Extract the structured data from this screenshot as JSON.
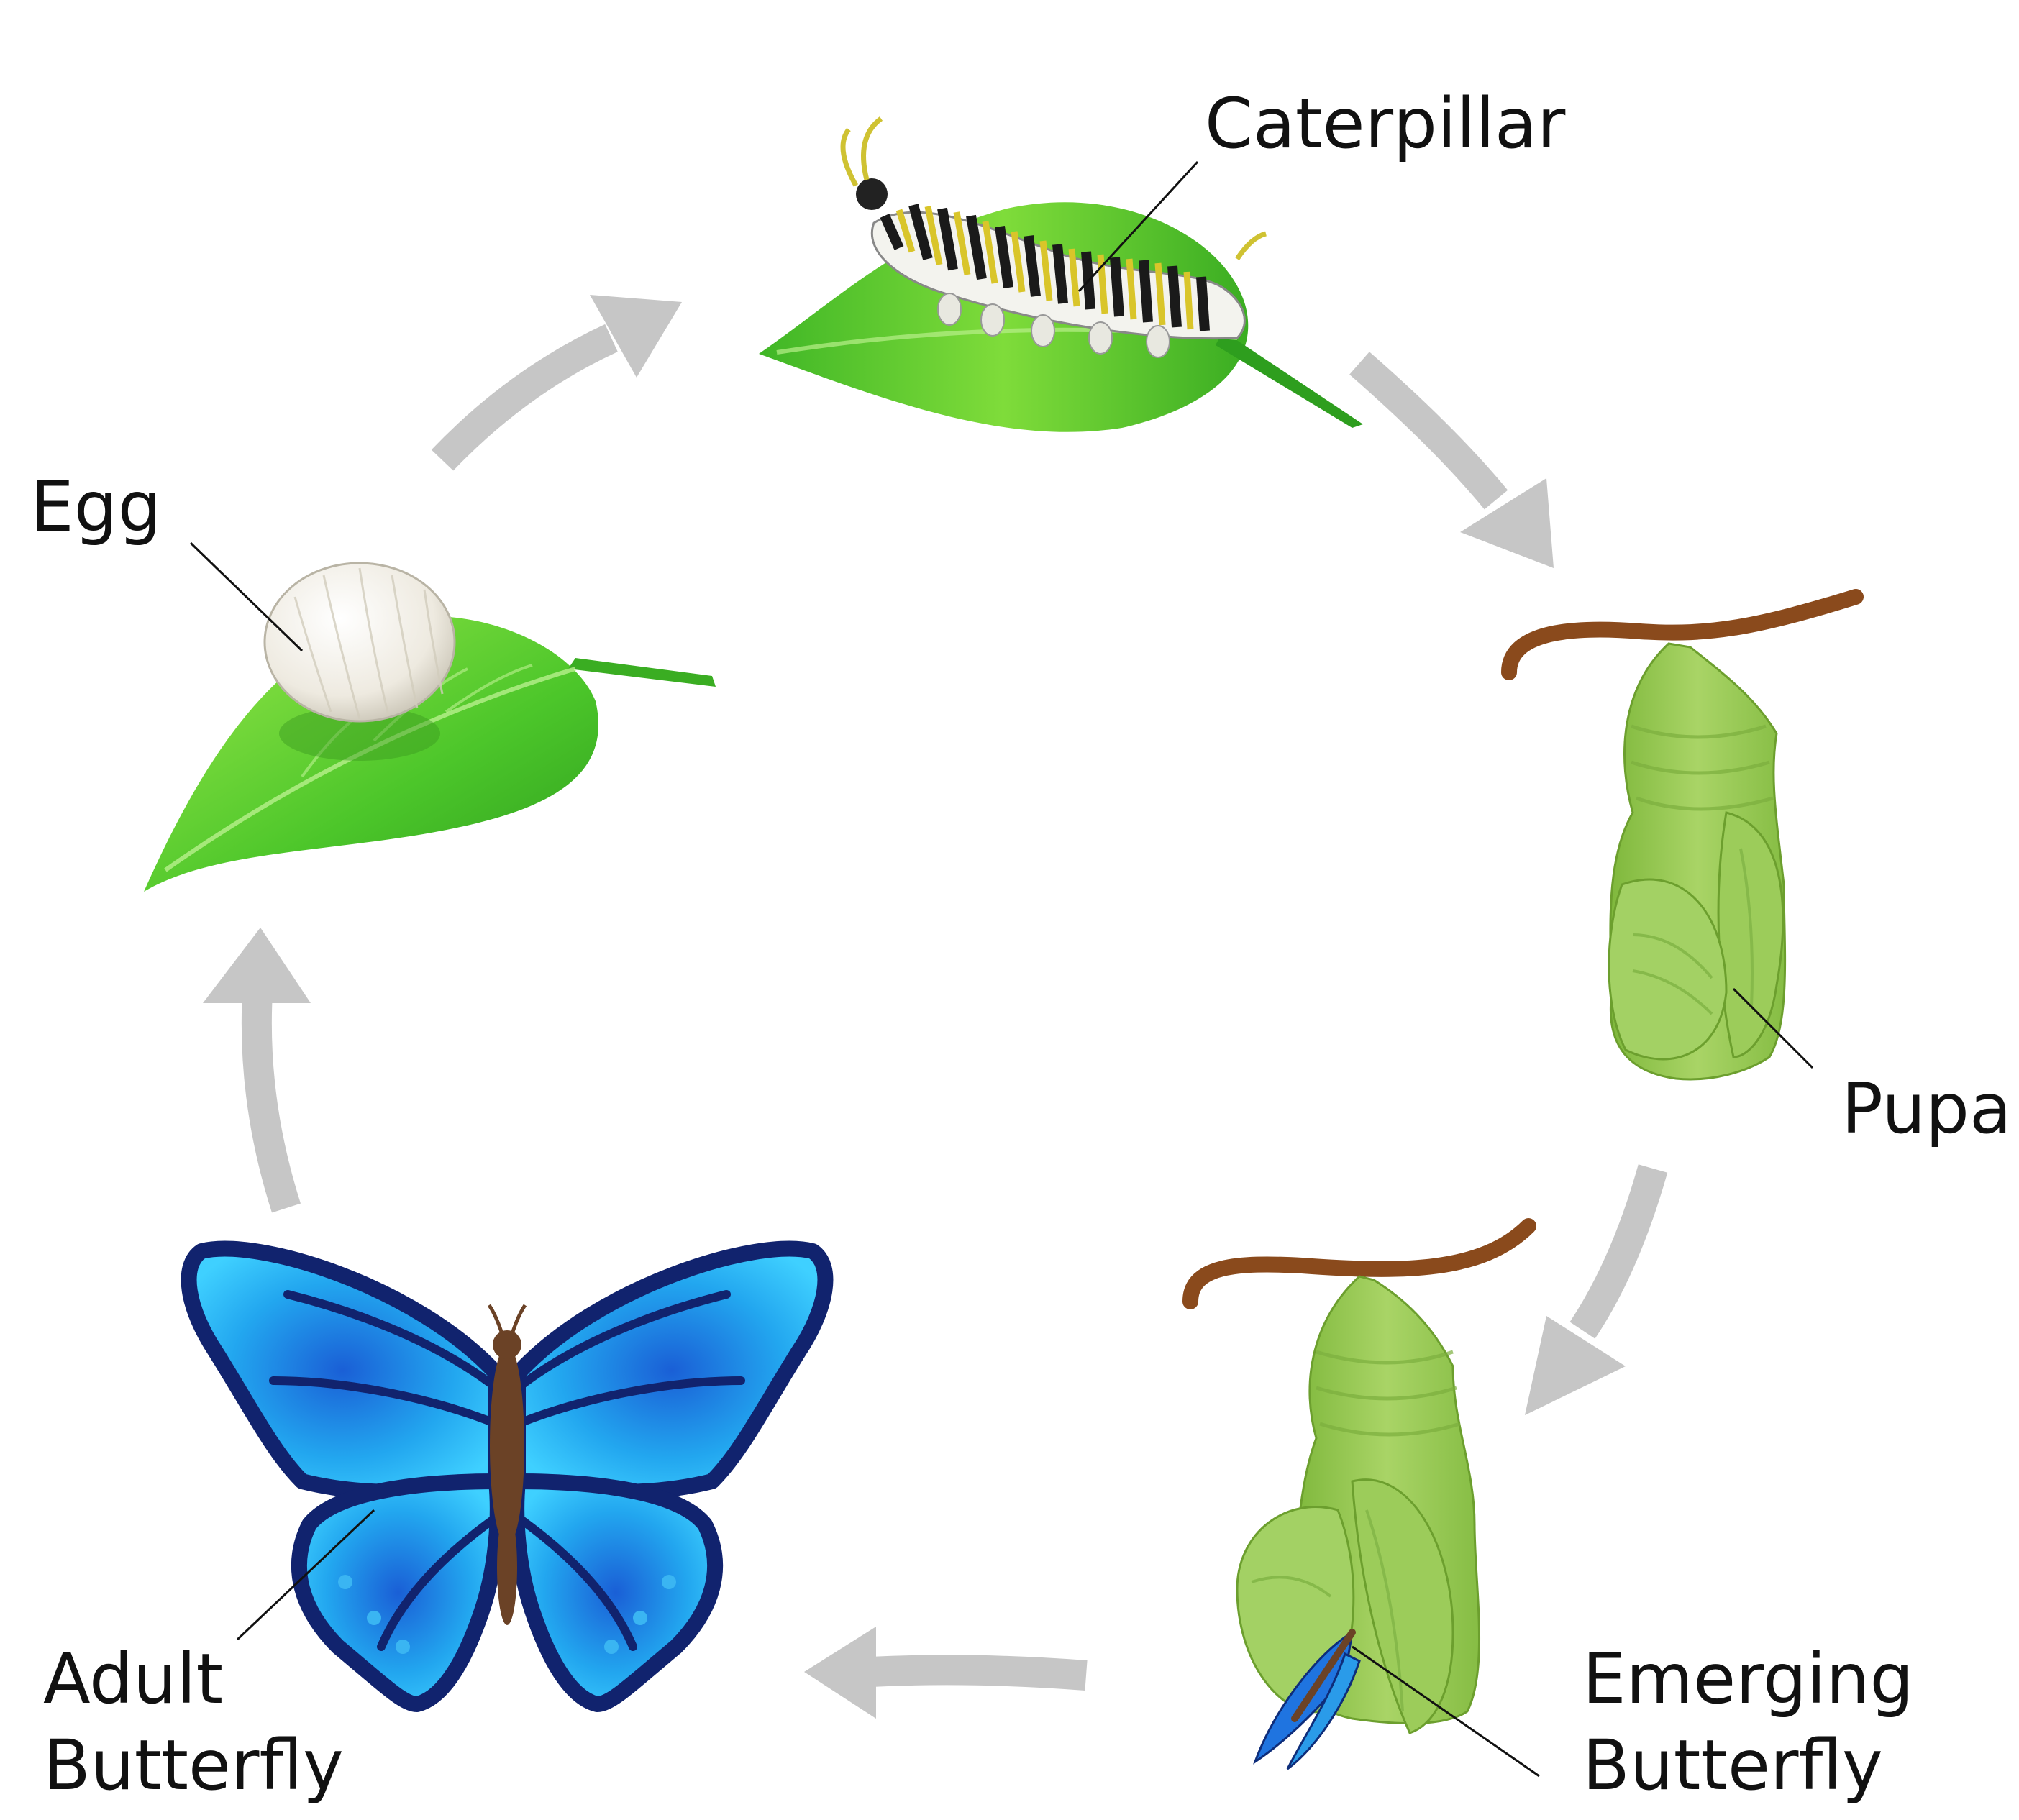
{
  "labels": {
    "egg": "Egg",
    "caterpillar": "Caterpillar",
    "pupa": "Pupa",
    "emerging_1": "Emerging",
    "emerging_2": "Butterfly",
    "adult_1": "Adult",
    "adult_2": "Butterfly"
  },
  "colors": {
    "arrow": "#c6c6c6",
    "leaf_light": "#7ed83a",
    "leaf_dark": "#2e9e1e",
    "pupa": "#95c64e",
    "stem": "#8a4a1c",
    "wing_light": "#2cc4f5",
    "wing_dark": "#11236e",
    "body": "#6b4226"
  }
}
